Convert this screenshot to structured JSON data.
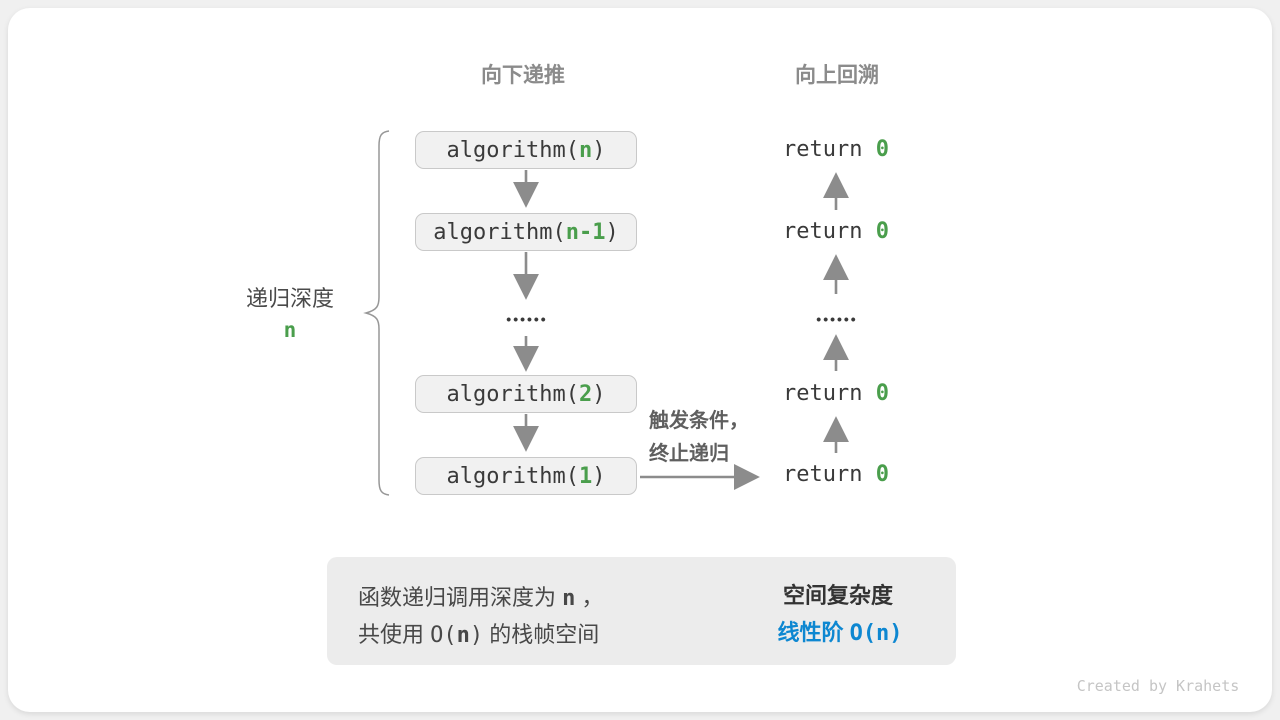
{
  "headers": {
    "down": "向下递推",
    "up": "向上回溯"
  },
  "depth": {
    "label": "递归深度",
    "value": "n"
  },
  "call_boxes": [
    {
      "pre": "algorithm(",
      "arg": "n",
      "post": ")"
    },
    {
      "pre": "algorithm(",
      "arg": "n-1",
      "post": ")"
    },
    {
      "pre": "algorithm(",
      "arg": "2",
      "post": ")"
    },
    {
      "pre": "algorithm(",
      "arg": "1",
      "post": ")"
    }
  ],
  "returns": [
    {
      "pre": "return ",
      "val": "0"
    },
    {
      "pre": "return ",
      "val": "0"
    },
    {
      "pre": "return ",
      "val": "0"
    },
    {
      "pre": "return ",
      "val": "0"
    }
  ],
  "dots": {
    "left": "••••••",
    "right": "••••••"
  },
  "trigger": {
    "line1": "触发条件，",
    "line2": "终止递归"
  },
  "summary": {
    "line1_pre": "函数递归调用深度为 ",
    "line1_var": "n",
    "line1_post": " ，",
    "line2_pre": "共使用 ",
    "line2_code_open": "O(",
    "line2_var": "n",
    "line2_code_close": ")",
    "line2_post": " 的栈帧空间",
    "right_title": "空间复杂度",
    "right_result_cjk": "线性阶 ",
    "right_result_code": "O(n)"
  },
  "colors": {
    "accent_green": "#4a9e4c",
    "accent_blue": "#0d87d1",
    "arrow_gray": "#8c8c8c"
  },
  "footer": {
    "credit": "Created by Krahets"
  }
}
